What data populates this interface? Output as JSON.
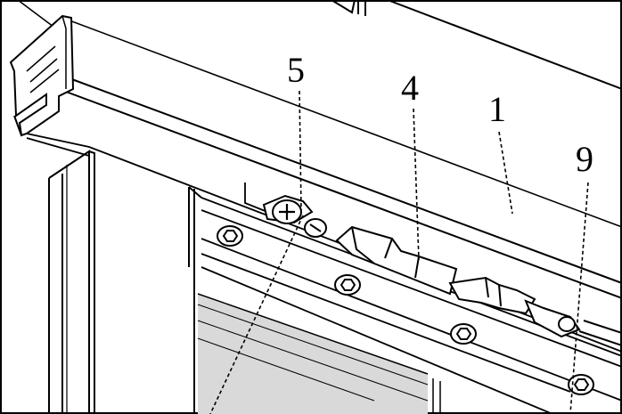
{
  "callouts": [
    {
      "id": "c5",
      "label": "5"
    },
    {
      "id": "c4",
      "label": "4"
    },
    {
      "id": "c1",
      "label": "1"
    },
    {
      "id": "c9",
      "label": "9"
    }
  ],
  "colors": {
    "line": "#000000",
    "paper": "#ffffff",
    "shade": "#d9d9d9"
  }
}
